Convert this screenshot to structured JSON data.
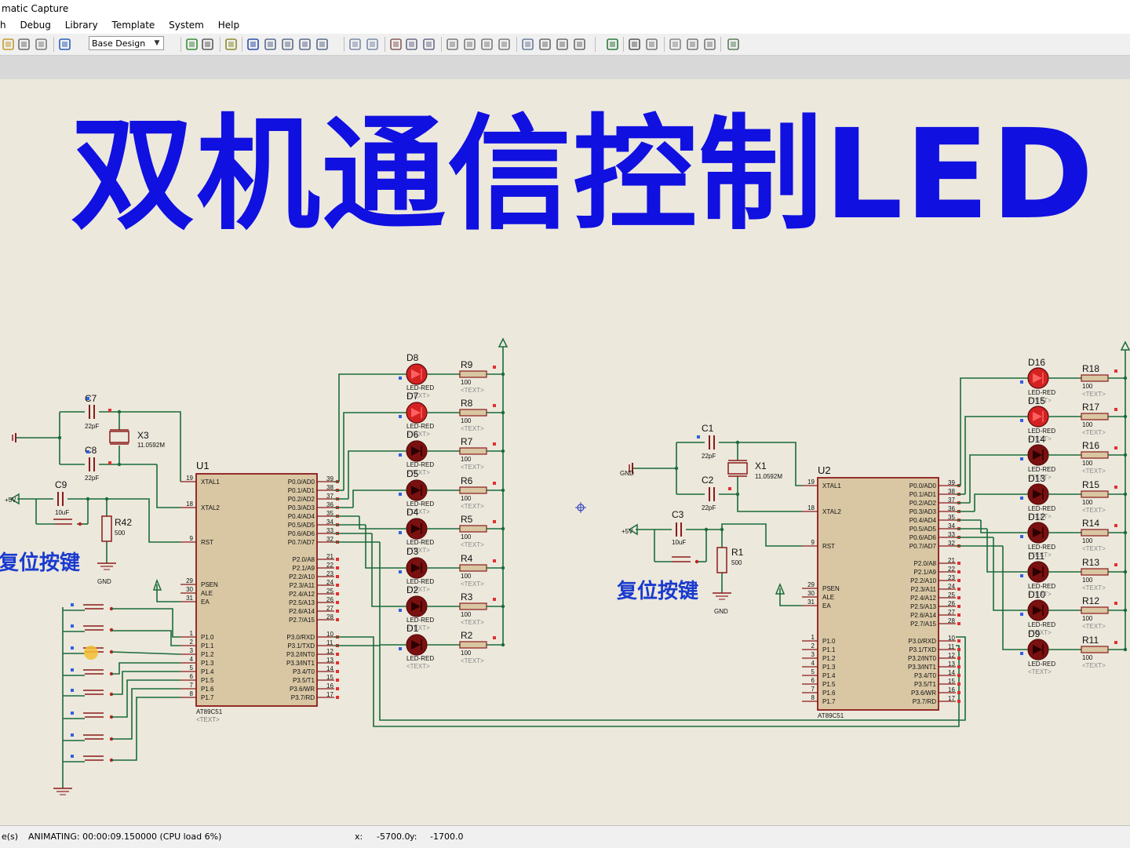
{
  "window": {
    "title": "matic Capture"
  },
  "menu": [
    "h",
    "Debug",
    "Library",
    "Template",
    "System",
    "Help"
  ],
  "toolbar": {
    "design_select": "Base Design"
  },
  "title": "双机通信控制LED",
  "reset_label": "复位按键",
  "left_mcu": {
    "ref": "U1",
    "part": "AT89C51",
    "text": "<TEXT>",
    "pins_left": [
      {
        "num": "19",
        "name": "XTAL1"
      },
      {
        "num": "18",
        "name": "XTAL2"
      },
      {
        "num": "9",
        "name": "RST"
      },
      {
        "num": "29",
        "name": "PSEN"
      },
      {
        "num": "30",
        "name": "ALE"
      },
      {
        "num": "31",
        "name": "EA"
      },
      {
        "num": "1",
        "name": "P1.0"
      },
      {
        "num": "2",
        "name": "P1.1"
      },
      {
        "num": "3",
        "name": "P1.2"
      },
      {
        "num": "4",
        "name": "P1.3"
      },
      {
        "num": "5",
        "name": "P1.4"
      },
      {
        "num": "6",
        "name": "P1.5"
      },
      {
        "num": "7",
        "name": "P1.6"
      },
      {
        "num": "8",
        "name": "P1.7"
      }
    ],
    "pins_right_p0": [
      {
        "num": "39",
        "name": "P0.0/AD0"
      },
      {
        "num": "38",
        "name": "P0.1/AD1"
      },
      {
        "num": "37",
        "name": "P0.2/AD2"
      },
      {
        "num": "36",
        "name": "P0.3/AD3"
      },
      {
        "num": "35",
        "name": "P0.4/AD4"
      },
      {
        "num": "34",
        "name": "P0.5/AD5"
      },
      {
        "num": "33",
        "name": "P0.6/AD6"
      },
      {
        "num": "32",
        "name": "P0.7/AD7"
      }
    ],
    "pins_right_p2": [
      {
        "num": "21",
        "name": "P2.0/A8"
      },
      {
        "num": "22",
        "name": "P2.1/A9"
      },
      {
        "num": "23",
        "name": "P2.2/A10"
      },
      {
        "num": "24",
        "name": "P2.3/A11"
      },
      {
        "num": "25",
        "name": "P2.4/A12"
      },
      {
        "num": "26",
        "name": "P2.5/A13"
      },
      {
        "num": "27",
        "name": "P2.6/A14"
      },
      {
        "num": "28",
        "name": "P2.7/A15"
      }
    ],
    "pins_right_p3": [
      {
        "num": "10",
        "name": "P3.0/RXD"
      },
      {
        "num": "11",
        "name": "P3.1/TXD"
      },
      {
        "num": "12",
        "name": "P3.2/INT0"
      },
      {
        "num": "13",
        "name": "P3.3/INT1"
      },
      {
        "num": "14",
        "name": "P3.4/T0"
      },
      {
        "num": "15",
        "name": "P3.5/T1"
      },
      {
        "num": "16",
        "name": "P3.6/WR"
      },
      {
        "num": "17",
        "name": "P3.7/RD"
      }
    ],
    "crystal": {
      "ref": "X3",
      "value": "11.0592M"
    },
    "caps": [
      {
        "ref": "C7",
        "value": "22pF"
      },
      {
        "ref": "C8",
        "value": "22pF"
      },
      {
        "ref": "C9",
        "value": "10uF"
      }
    ],
    "reset_res": {
      "ref": "R42",
      "value": "500"
    },
    "leds": [
      "D8",
      "D7",
      "D6",
      "D5",
      "D4",
      "D3",
      "D2",
      "D1"
    ],
    "resistors": [
      "R9",
      "R8",
      "R7",
      "R6",
      "R5",
      "R4",
      "R3",
      "R2"
    ]
  },
  "right_mcu": {
    "ref": "U2",
    "part": "AT89C51",
    "crystal": {
      "ref": "X1",
      "value": "11.0592M"
    },
    "caps": [
      {
        "ref": "C1",
        "value": "22pF"
      },
      {
        "ref": "C2",
        "value": "22pF"
      },
      {
        "ref": "C3",
        "value": "10uF"
      }
    ],
    "reset_res": {
      "ref": "R1",
      "value": "500"
    },
    "leds": [
      "D16",
      "D15",
      "D14",
      "D13",
      "D12",
      "D11",
      "D10",
      "D9"
    ],
    "resistors": [
      "R18",
      "R17",
      "R16",
      "R15",
      "R14",
      "R13",
      "R12",
      "R11"
    ]
  },
  "common": {
    "led_type": "LED-RED",
    "res_value": "100",
    "gnd": "GND",
    "vcc": "+5V",
    "text_tag": "<TEXT>"
  },
  "status": {
    "left": "e(s)",
    "animating": "ANIMATING: 00:00:09.150000 (CPU load 6%)",
    "x_label": "x:",
    "x_value": "-5700.0",
    "y_label": "y:",
    "y_value": "-1700.0"
  },
  "colors": {
    "wire": "#1a6b3a",
    "component": "#8b1a1a",
    "chip_fill": "#d9c7a4",
    "title": "#1010e0",
    "led": "#d42222"
  }
}
